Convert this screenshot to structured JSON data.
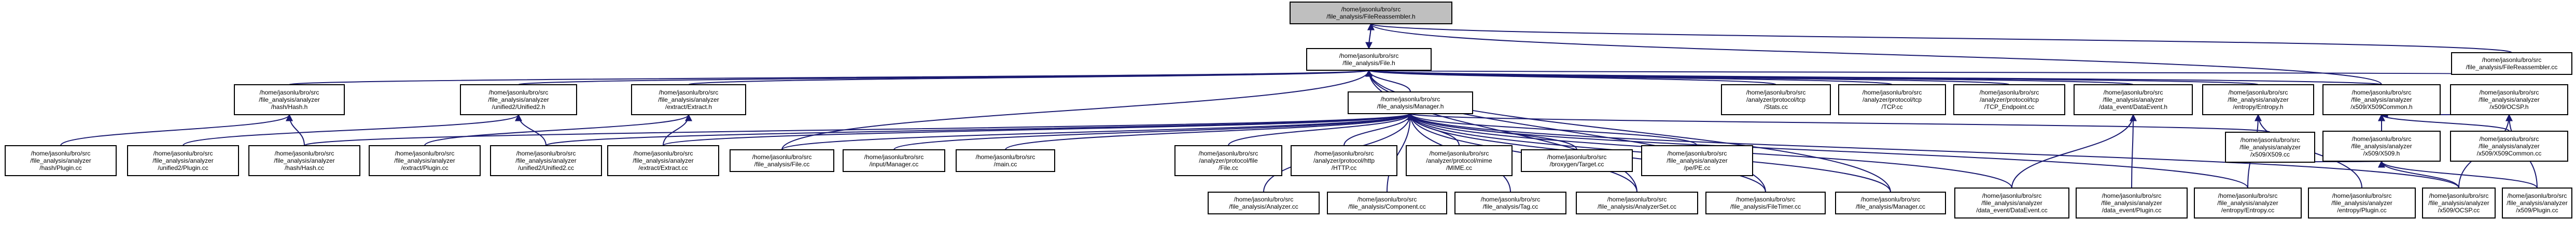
{
  "diagram": {
    "type": "include dependency graph",
    "colors": {
      "edge": "#191970",
      "root_fill": "#bfbfbf",
      "node_fill": "#ffffff",
      "border": "#000000"
    },
    "nodes": [
      {
        "id": "FileReassembler.h",
        "lines": [
          "/home/jasonlu/bro/src",
          "/file_analysis/FileReassembler.h"
        ],
        "root": true
      },
      {
        "id": "File.h",
        "lines": [
          "/home/jasonlu/bro/src",
          "/file_analysis/File.h"
        ]
      },
      {
        "id": "hash/Hash.h",
        "lines": [
          "/home/jasonlu/bro/src",
          "/file_analysis/analyzer",
          "/hash/Hash.h"
        ]
      },
      {
        "id": "unified2/Unified2.h",
        "lines": [
          "/home/jasonlu/bro/src",
          "/file_analysis/analyzer",
          "/unified2/Unified2.h"
        ]
      },
      {
        "id": "extract/Extract.h",
        "lines": [
          "/home/jasonlu/bro/src",
          "/file_analysis/analyzer",
          "/extract/Extract.h"
        ]
      },
      {
        "id": "Manager.h",
        "lines": [
          "/home/jasonlu/bro/src",
          "/file_analysis/Manager.h"
        ]
      },
      {
        "id": "tcp/Stats.cc",
        "lines": [
          "/home/jasonlu/bro/src",
          "/analyzer/protocol/tcp",
          "/Stats.cc"
        ]
      },
      {
        "id": "tcp/TCP.cc",
        "lines": [
          "/home/jasonlu/bro/src",
          "/analyzer/protocol/tcp",
          "/TCP.cc"
        ]
      },
      {
        "id": "tcp/TCP_Endpoint.cc",
        "lines": [
          "/home/jasonlu/bro/src",
          "/analyzer/protocol/tcp",
          "/TCP_Endpoint.cc"
        ]
      },
      {
        "id": "data_event/DataEvent.h",
        "lines": [
          "/home/jasonlu/bro/src",
          "/file_analysis/analyzer",
          "/data_event/DataEvent.h"
        ]
      },
      {
        "id": "entropy/Entropy.h",
        "lines": [
          "/home/jasonlu/bro/src",
          "/file_analysis/analyzer",
          "/entropy/Entropy.h"
        ]
      },
      {
        "id": "x509/X509Common.h",
        "lines": [
          "/home/jasonlu/bro/src",
          "/file_analysis/analyzer",
          "/x509/X509Common.h"
        ]
      },
      {
        "id": "FileReassembler.cc",
        "lines": [
          "/home/jasonlu/bro/src",
          "/file_analysis/FileReassembler.cc"
        ]
      },
      {
        "id": "hash/Plugin.cc",
        "lines": [
          "/home/jasonlu/bro/src",
          "/file_analysis/analyzer",
          "/hash/Plugin.cc"
        ]
      },
      {
        "id": "unified2/Plugin.cc",
        "lines": [
          "/home/jasonlu/bro/src",
          "/file_analysis/analyzer",
          "/unified2/Plugin.cc"
        ]
      },
      {
        "id": "hash/Hash.cc",
        "lines": [
          "/home/jasonlu/bro/src",
          "/file_analysis/analyzer",
          "/hash/Hash.cc"
        ]
      },
      {
        "id": "extract/Plugin.cc",
        "lines": [
          "/home/jasonlu/bro/src",
          "/file_analysis/analyzer",
          "/extract/Plugin.cc"
        ]
      },
      {
        "id": "unified2/Unified2.cc",
        "lines": [
          "/home/jasonlu/bro/src",
          "/file_analysis/analyzer",
          "/unified2/Unified2.cc"
        ]
      },
      {
        "id": "extract/Extract.cc",
        "lines": [
          "/home/jasonlu/bro/src",
          "/file_analysis/analyzer",
          "/extract/Extract.cc"
        ]
      },
      {
        "id": "File.cc",
        "lines": [
          "/home/jasonlu/bro/src",
          "/file_analysis/File.cc"
        ]
      },
      {
        "id": "input/Manager.cc",
        "lines": [
          "/home/jasonlu/bro/src",
          "/input/Manager.cc"
        ]
      },
      {
        "id": "main.cc",
        "lines": [
          "/home/jasonlu/bro/src",
          "/main.cc"
        ]
      },
      {
        "id": "file/File.cc",
        "lines": [
          "/home/jasonlu/bro/src",
          "/analyzer/protocol/file",
          "/File.cc"
        ]
      },
      {
        "id": "http/HTTP.cc",
        "lines": [
          "/home/jasonlu/bro/src",
          "/analyzer/protocol/http",
          "/HTTP.cc"
        ]
      },
      {
        "id": "mime/MIME.cc",
        "lines": [
          "/home/jasonlu/bro/src",
          "/analyzer/protocol/mime",
          "/MIME.cc"
        ]
      },
      {
        "id": "broxygen/Target.cc",
        "lines": [
          "/home/jasonlu/bro/src",
          "/broxygen/Target.cc"
        ]
      },
      {
        "id": "pe/PE.cc",
        "lines": [
          "/home/jasonlu/bro/src",
          "/file_analysis/analyzer",
          "/pe/PE.cc"
        ]
      },
      {
        "id": "Analyzer.cc",
        "lines": [
          "/home/jasonlu/bro/src",
          "/file_analysis/Analyzer.cc"
        ]
      },
      {
        "id": "Component.cc",
        "lines": [
          "/home/jasonlu/bro/src",
          "/file_analysis/Component.cc"
        ]
      },
      {
        "id": "Tag.cc",
        "lines": [
          "/home/jasonlu/bro/src",
          "/file_analysis/Tag.cc"
        ]
      },
      {
        "id": "AnalyzerSet.cc",
        "lines": [
          "/home/jasonlu/bro/src",
          "/file_analysis/AnalyzerSet.cc"
        ]
      },
      {
        "id": "FileTimer.cc",
        "lines": [
          "/home/jasonlu/bro/src",
          "/file_analysis/FileTimer.cc"
        ]
      },
      {
        "id": "Manager.cc",
        "lines": [
          "/home/jasonlu/bro/src",
          "/file_analysis/Manager.cc"
        ]
      },
      {
        "id": "data_event/DataEvent.cc",
        "lines": [
          "/home/jasonlu/bro/src",
          "/file_analysis/analyzer",
          "/data_event/DataEvent.cc"
        ]
      },
      {
        "id": "data_event/Plugin.cc",
        "lines": [
          "/home/jasonlu/bro/src",
          "/file_analysis/analyzer",
          "/data_event/Plugin.cc"
        ]
      },
      {
        "id": "entropy/Entropy.cc",
        "lines": [
          "/home/jasonlu/bro/src",
          "/file_analysis/analyzer",
          "/entropy/Entropy.cc"
        ]
      },
      {
        "id": "entropy/Plugin.cc",
        "lines": [
          "/home/jasonlu/bro/src",
          "/file_analysis/analyzer",
          "/entropy/Plugin.cc"
        ]
      },
      {
        "id": "x509/X509.h",
        "lines": [
          "/home/jasonlu/bro/src",
          "/file_analysis/analyzer",
          "/x509/X509.h"
        ]
      },
      {
        "id": "x509/X509Common.cc",
        "lines": [
          "/home/jasonlu/bro/src",
          "/file_analysis/analyzer",
          "/x509/X509Common.cc"
        ]
      },
      {
        "id": "x509/OCSP.h",
        "lines": [
          "/home/jasonlu/bro/src",
          "/file_analysis/analyzer",
          "/x509/OCSP.h"
        ]
      },
      {
        "id": "x509/X509.cc",
        "lines": [
          "/home/jasonlu/bro/src",
          "/file_analysis/analyzer",
          "/x509/X509.cc"
        ]
      },
      {
        "id": "x509/OCSP.cc",
        "lines": [
          "/home/jasonlu/bro/src",
          "/file_analysis/analyzer",
          "/x509/OCSP.cc"
        ]
      },
      {
        "id": "x509/Plugin.cc",
        "lines": [
          "/home/jasonlu/bro/src",
          "/file_analysis/analyzer",
          "/x509/Plugin.cc"
        ]
      }
    ],
    "edges": [
      [
        "FileReassembler.h",
        "File.h"
      ],
      [
        "FileReassembler.h",
        "x509/X509Common.h"
      ],
      [
        "FileReassembler.h",
        "FileReassembler.cc"
      ],
      [
        "File.h",
        "FileReassembler.h"
      ],
      [
        "File.h",
        "hash/Hash.h"
      ],
      [
        "File.h",
        "unified2/Unified2.h"
      ],
      [
        "File.h",
        "extract/Extract.h"
      ],
      [
        "File.h",
        "Manager.h"
      ],
      [
        "File.h",
        "tcp/Stats.cc"
      ],
      [
        "File.h",
        "tcp/TCP.cc"
      ],
      [
        "File.h",
        "tcp/TCP_Endpoint.cc"
      ],
      [
        "File.h",
        "data_event/DataEvent.h"
      ],
      [
        "File.h",
        "entropy/Entropy.h"
      ],
      [
        "File.h",
        "x509/X509Common.h"
      ],
      [
        "File.h",
        "FileReassembler.cc"
      ],
      [
        "File.h",
        "File.cc"
      ],
      [
        "File.h",
        "AnalyzerSet.cc"
      ],
      [
        "File.h",
        "FileTimer.cc"
      ],
      [
        "File.h",
        "Manager.cc"
      ],
      [
        "hash/Hash.h",
        "hash/Plugin.cc"
      ],
      [
        "hash/Hash.h",
        "hash/Hash.cc"
      ],
      [
        "unified2/Unified2.h",
        "unified2/Plugin.cc"
      ],
      [
        "unified2/Unified2.h",
        "unified2/Unified2.cc"
      ],
      [
        "extract/Extract.h",
        "extract/Plugin.cc"
      ],
      [
        "extract/Extract.h",
        "extract/Extract.cc"
      ],
      [
        "Manager.h",
        "hash/Hash.cc"
      ],
      [
        "Manager.h",
        "unified2/Unified2.cc"
      ],
      [
        "Manager.h",
        "extract/Extract.cc"
      ],
      [
        "Manager.h",
        "File.cc"
      ],
      [
        "Manager.h",
        "input/Manager.cc"
      ],
      [
        "Manager.h",
        "main.cc"
      ],
      [
        "Manager.h",
        "file/File.cc"
      ],
      [
        "Manager.h",
        "http/HTTP.cc"
      ],
      [
        "Manager.h",
        "mime/MIME.cc"
      ],
      [
        "Manager.h",
        "broxygen/Target.cc"
      ],
      [
        "Manager.h",
        "pe/PE.cc"
      ],
      [
        "Manager.h",
        "Analyzer.cc"
      ],
      [
        "Manager.h",
        "Component.cc"
      ],
      [
        "Manager.h",
        "Tag.cc"
      ],
      [
        "Manager.h",
        "AnalyzerSet.cc"
      ],
      [
        "Manager.h",
        "FileTimer.cc"
      ],
      [
        "Manager.h",
        "Manager.cc"
      ],
      [
        "Manager.h",
        "data_event/DataEvent.cc"
      ],
      [
        "Manager.h",
        "entropy/Entropy.cc"
      ],
      [
        "Manager.h",
        "x509/X509.cc"
      ],
      [
        "Manager.h",
        "x509/OCSP.cc"
      ],
      [
        "data_event/DataEvent.h",
        "data_event/DataEvent.cc"
      ],
      [
        "data_event/DataEvent.h",
        "data_event/Plugin.cc"
      ],
      [
        "entropy/Entropy.h",
        "entropy/Entropy.cc"
      ],
      [
        "entropy/Entropy.h",
        "entropy/Plugin.cc"
      ],
      [
        "x509/X509Common.h",
        "x509/X509.h"
      ],
      [
        "x509/X509Common.h",
        "x509/X509Common.cc"
      ],
      [
        "x509/X509Common.h",
        "x509/OCSP.h"
      ],
      [
        "x509/X509.h",
        "x509/X509.cc"
      ],
      [
        "x509/X509.h",
        "x509/OCSP.cc"
      ],
      [
        "x509/X509.h",
        "x509/Plugin.cc"
      ],
      [
        "x509/OCSP.h",
        "x509/OCSP.cc"
      ],
      [
        "x509/OCSP.h",
        "x509/Plugin.cc"
      ]
    ]
  }
}
